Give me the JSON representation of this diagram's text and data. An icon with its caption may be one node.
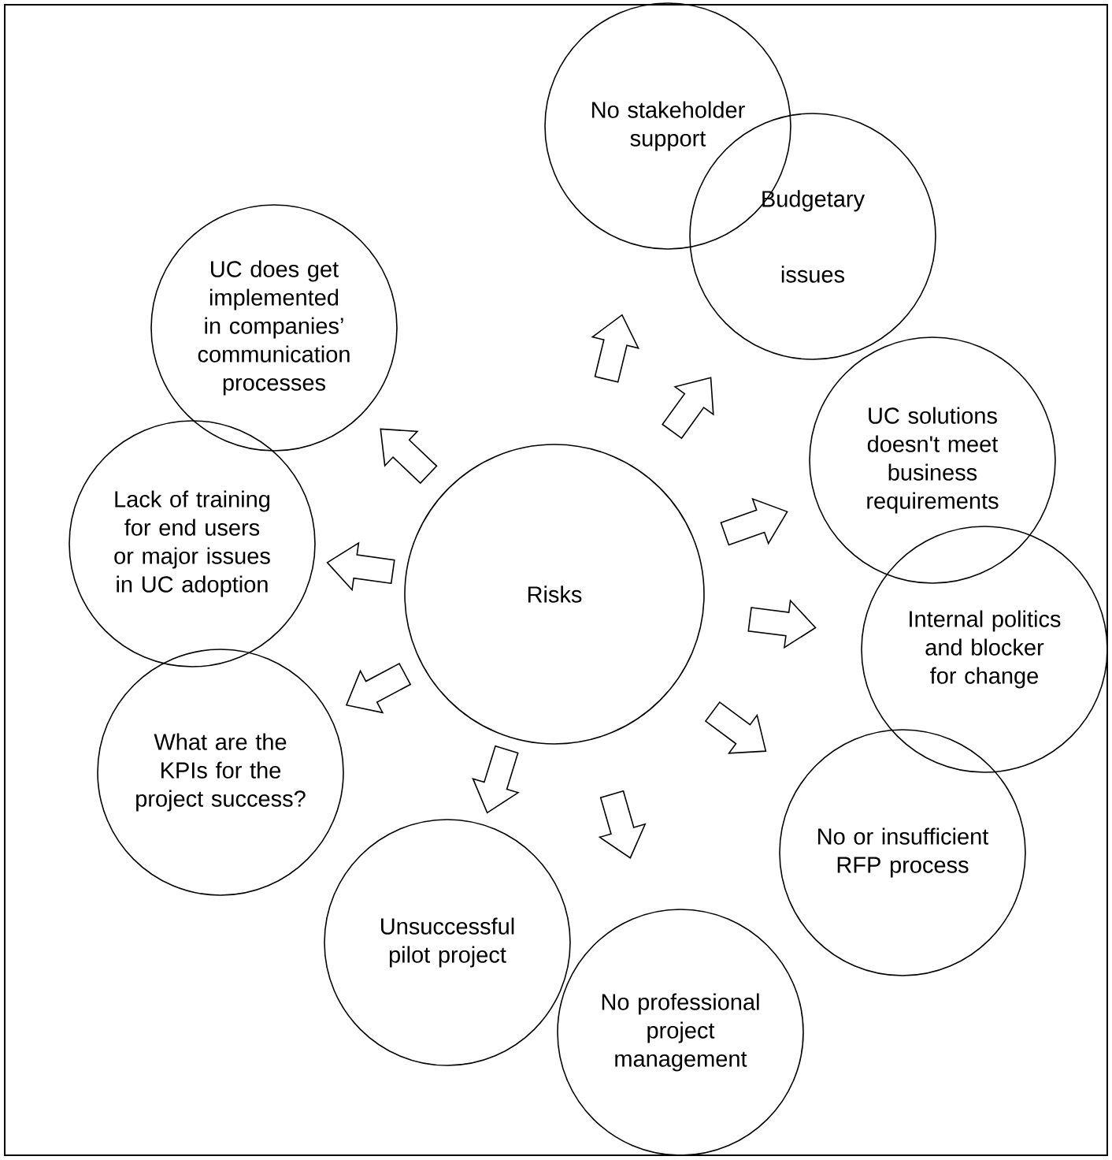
{
  "diagram": {
    "nodes": [
      {
        "text": [
          "Risks"
        ]
      },
      {
        "text": [
          "No stakeholder support"
        ]
      },
      {
        "text": [
          "Budgetary issues"
        ]
      },
      {
        "text": [
          "UC solutions doesn't meet business requirements"
        ]
      },
      {
        "text": [
          "Internal politics and blocker for change"
        ]
      },
      {
        "text": [
          "No or insufficient RFP process"
        ]
      },
      {
        "text": [
          "No professional project management"
        ]
      },
      {
        "text": [
          "Unsuccessful pilot project"
        ]
      },
      {
        "text": [
          "What are the KPIs for the project success?"
        ]
      },
      {
        "text": [
          "Lack of training for end users or major issues in UC adoption"
        ]
      },
      {
        "text": [
          "UC does get implemented in companies’ communication processes"
        ]
      }
    ],
    "edges": [
      {
        "from": 0,
        "to": 1,
        "arrow": "to"
      },
      {
        "from": 0,
        "to": 2,
        "arrow": "to"
      },
      {
        "from": 0,
        "to": 3,
        "arrow": "to"
      },
      {
        "from": 0,
        "to": 4,
        "arrow": "to"
      },
      {
        "from": 0,
        "to": 5,
        "arrow": "to"
      },
      {
        "from": 0,
        "to": 6,
        "arrow": "to"
      },
      {
        "from": 0,
        "to": 7,
        "arrow": "to"
      },
      {
        "from": 0,
        "to": 8,
        "arrow": "to"
      },
      {
        "from": 0,
        "to": 9,
        "arrow": "to"
      },
      {
        "from": 0,
        "to": 10,
        "arrow": "to"
      }
    ]
  }
}
